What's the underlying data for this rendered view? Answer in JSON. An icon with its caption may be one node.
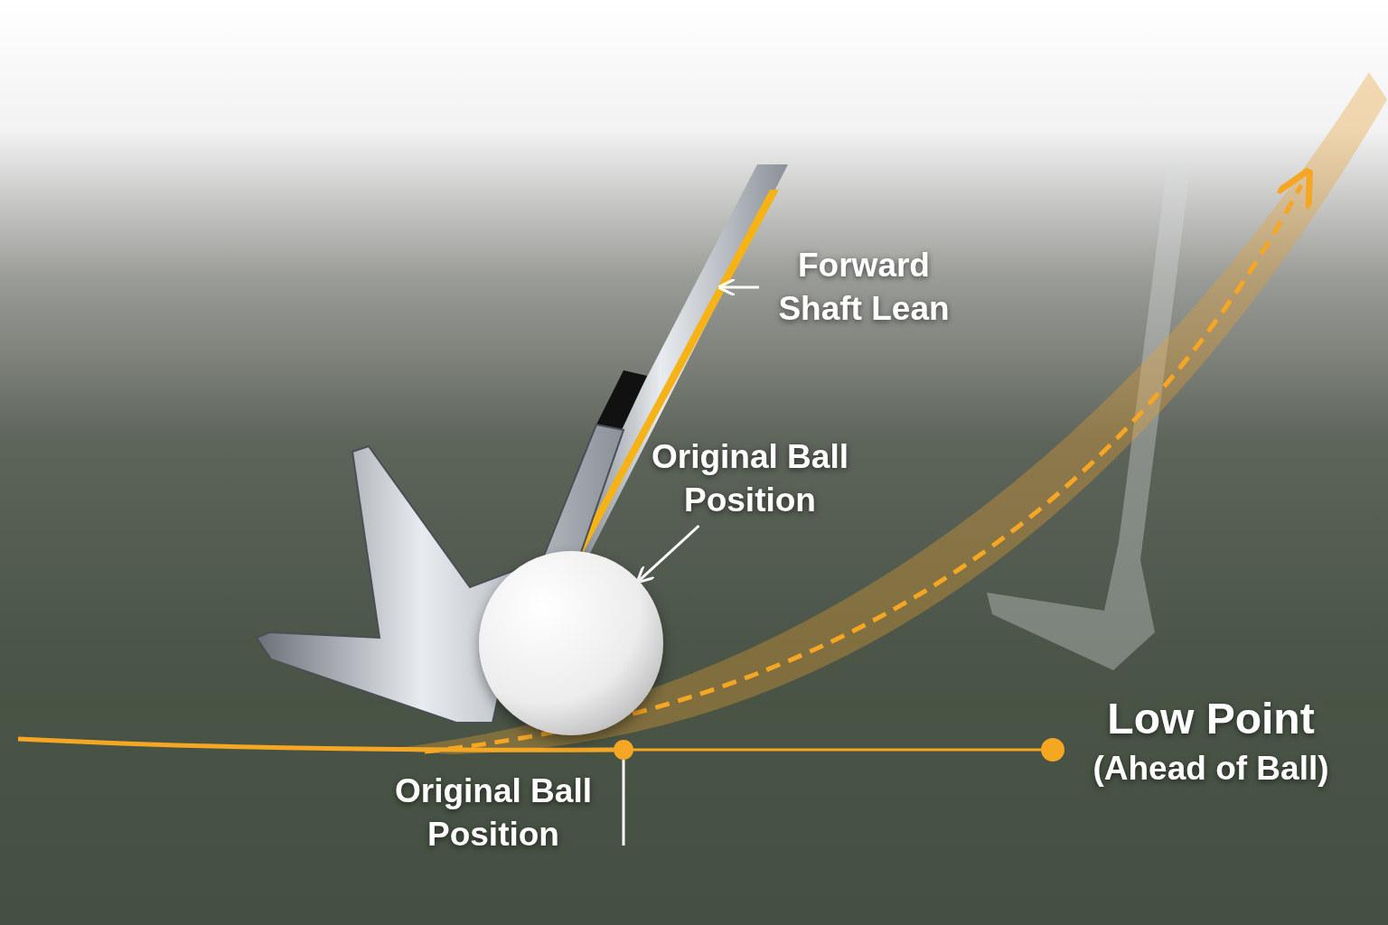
{
  "diagram": {
    "nodes": [
      {
        "text": [
          "Forward Shaft Lean"
        ]
      },
      {
        "text": [
          "Original Ball Position"
        ]
      },
      {
        "text": [],
        "shape": "circle"
      },
      {
        "text": [
          "Original Ball Position"
        ]
      },
      {
        "text": [],
        "shape": "circle"
      },
      {
        "text": [
          "Low Point",
          "(Ahead of Ball)"
        ]
      },
      {
        "text": [],
        "shape": "circle"
      }
    ],
    "edges": [
      {
        "from": 0,
        "to": null,
        "arrow": "to"
      },
      {
        "from": 1,
        "to": 2,
        "arrow": "to"
      },
      {
        "from": 3,
        "to": 4,
        "arrow": "none"
      },
      {
        "from": 4,
        "to": 6,
        "arrow": "none",
        "color": "#f5a623"
      }
    ]
  }
}
